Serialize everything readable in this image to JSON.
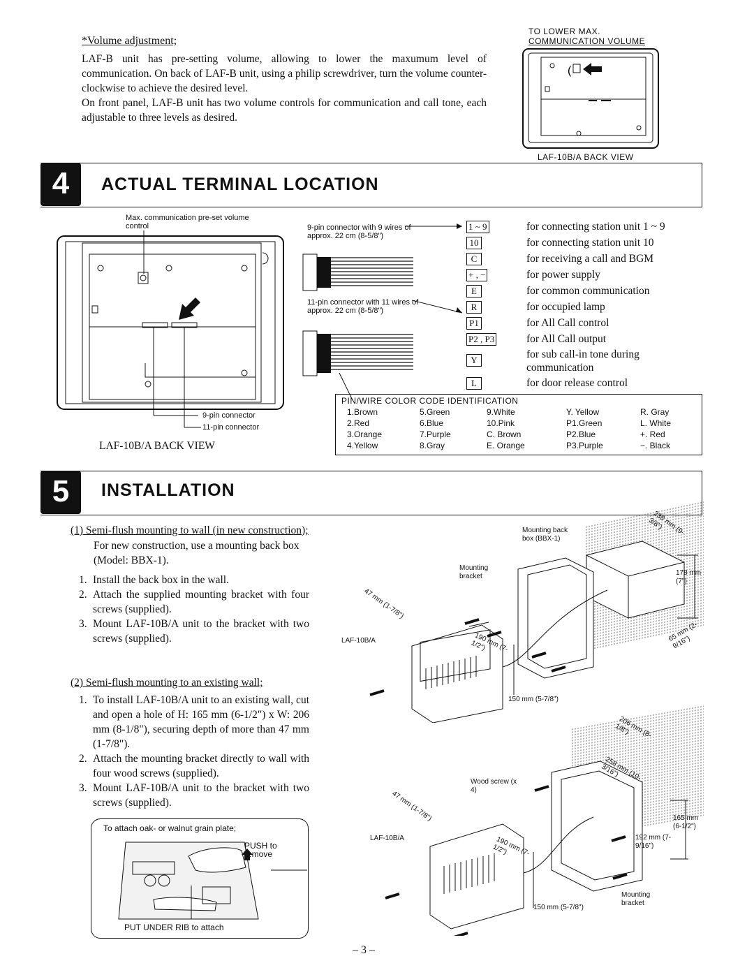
{
  "volume": {
    "title": "*Volume adjustment;",
    "paragraph1": "LAF-B unit has pre-setting volume, allowing to lower the maxumum level of communication. On back of LAF-B unit, using a philip screwdriver, turn the volume counter-clockwise to achieve the desired level.",
    "paragraph2": "On front panel, LAF-B unit has two volume controls for communication and call tone, each adjustable to three levels as desired.",
    "figure_caption_top_1": "TO LOWER MAX.",
    "figure_caption_top_2": "COMMUNICATION VOLUME",
    "figure_caption_bottom": "LAF-10B/A BACK VIEW"
  },
  "section4": {
    "number": "4",
    "title": "ACTUAL TERMINAL LOCATION",
    "callout_volume": "Max. communication pre-set volume control",
    "callout_9pin": "9-pin connector",
    "callout_11pin": "11-pin connector",
    "back_view_caption": "LAF-10B/A BACK VIEW",
    "connector9_label": "9-pin connector with 9 wires of approx. 22 cm (8-5/8\")",
    "connector11_label": "11-pin connector with 11 wires of approx. 22 cm (8-5/8\")",
    "terminals": [
      {
        "code": "1 ~ 9",
        "desc": "for connecting station unit 1 ~ 9"
      },
      {
        "code": "10",
        "desc": "for connecting station unit 10"
      },
      {
        "code": "C",
        "desc": "for receiving a call and BGM"
      },
      {
        "code": "+ , −",
        "desc": "for power supply"
      },
      {
        "code": "E",
        "desc": "for common communication"
      },
      {
        "code": "R",
        "desc": "for occupied lamp"
      },
      {
        "code": "P1",
        "desc": "for All Call control"
      },
      {
        "code": "P2 , P3",
        "desc": "for All Call output"
      },
      {
        "code": "Y",
        "desc": "for sub call-in tone during communication"
      },
      {
        "code": "L",
        "desc": "for door release control"
      }
    ],
    "table_title": "PIN/WIRE COLOR CODE IDENTIFICATION",
    "table_rows": [
      [
        "1.Brown",
        "5.Green",
        "9.White",
        "Y. Yellow",
        "R. Gray"
      ],
      [
        "2.Red",
        "6.Blue",
        "10.Pink",
        "P1.Green",
        "L. White"
      ],
      [
        "3.Orange",
        "7.Purple",
        "C. Brown",
        "P2.Blue",
        "+. Red"
      ],
      [
        "4.Yellow",
        "8.Gray",
        "E. Orange",
        "P3.Purple",
        "−. Black"
      ]
    ]
  },
  "section5": {
    "number": "5",
    "title": "INSTALLATION",
    "sub1_title": "(1) Semi-flush mounting to wall (in new construction);",
    "sub1_intro": "For new construction, use a mounting back box (Model: BBX-1).",
    "sub1_steps": [
      "Install the back box in the wall.",
      "Attach the supplied mounting bracket with four screws (supplied).",
      "Mount LAF-10B/A unit to the bracket with two screws (supplied)."
    ],
    "sub2_title": "(2) Semi-flush mounting to an existing wall;",
    "sub2_steps": [
      "To install LAF-10B/A unit to an existing wall, cut and open a hole of H: 165 mm (6-1/2\") x W: 206 mm (8-1/8\"), securing depth of more than 47 mm (1-7/8\").",
      "Attach the mounting bracket directly to wall with four wood screws (supplied).",
      "Mount LAF-10B/A unit to the bracket with two screws (supplied)."
    ],
    "inset_caption": "To attach oak- or walnut grain plate;",
    "inset_push": "PUSH to remove",
    "inset_bottom": "PUT UNDER RIB to attach",
    "fig1_labels": {
      "back_box": "Mounting back box (BBX-1)",
      "bracket": "Mounting bracket",
      "unit": "LAF-10B/A",
      "d238": "238 mm (9-3/8\")",
      "d178": "178 mm (7\")",
      "d65": "65 mm (2-9/16\")",
      "d47": "47 mm (1-7/8\")",
      "d190": "190 mm (7-1/2\")",
      "d150": "150 mm (5-7/8\")"
    },
    "fig2_labels": {
      "wood_screw": "Wood screw (x 4)",
      "unit": "LAF-10B/A",
      "d206": "206 mm (8-1/8\")",
      "d258": "258 mm (10-3/16\")",
      "d165": "165 mm (6-1/2\")",
      "d192": "192 mm (7-9/16\")",
      "d47": "47 mm (1-7/8\")",
      "d190": "190 mm (7-1/2\")",
      "d150": "150 mm (5-7/8\")",
      "bracket": "Mounting bracket"
    }
  },
  "page_number": "– 3 –"
}
